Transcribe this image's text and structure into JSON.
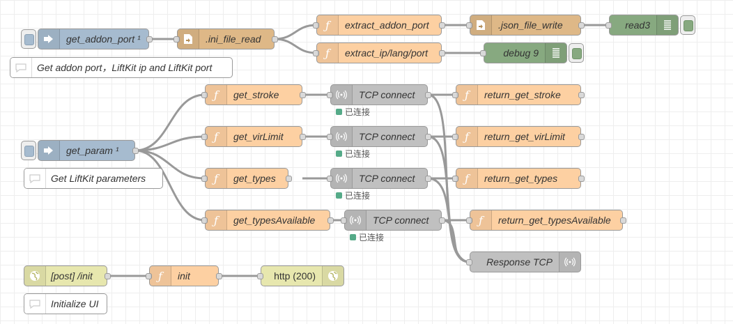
{
  "nodes": {
    "get_addon_port": {
      "label": "get_addon_port ¹"
    },
    "ini_file_read": {
      "label": ".ini_file_read"
    },
    "extract_addon_port": {
      "label": "extract_addon_port"
    },
    "json_file_write": {
      "label": ".json_file_write"
    },
    "read3": {
      "label": "read3"
    },
    "extract_ip_lang_port": {
      "label": "extract_ip/lang/port"
    },
    "debug9": {
      "label": "debug 9"
    },
    "comment_addon": {
      "label": "Get addon port，LiftKit ip and LiftKit port"
    },
    "get_param": {
      "label": "get_param ¹"
    },
    "comment_param": {
      "label": "Get LiftKit parameters"
    },
    "get_stroke": {
      "label": "get_stroke"
    },
    "get_virLimit": {
      "label": "get_virLimit"
    },
    "get_types": {
      "label": "get_types"
    },
    "get_typesAvailable": {
      "label": "get_typesAvailable"
    },
    "tcp1": {
      "label": "TCP connect",
      "status": "已连接"
    },
    "tcp2": {
      "label": "TCP connect",
      "status": "已连接"
    },
    "tcp3": {
      "label": "TCP connect",
      "status": "已连接"
    },
    "tcp4": {
      "label": "TCP connect",
      "status": "已连接"
    },
    "return_get_stroke": {
      "label": "return_get_stroke"
    },
    "return_get_virLimit": {
      "label": "return_get_virLimit"
    },
    "return_get_types": {
      "label": "return_get_types"
    },
    "return_get_typesAvailable": {
      "label": "return_get_typesAvailable"
    },
    "response_tcp": {
      "label": "Response TCP"
    },
    "post_init": {
      "label": "[post] /init"
    },
    "init": {
      "label": "init"
    },
    "http200": {
      "label": "http (200)"
    },
    "comment_init": {
      "label": "Initialize UI"
    }
  },
  "colors": {
    "inject": "#a6bbcf",
    "function": "#fdd0a2",
    "file": "#deb887",
    "debug": "#87a980",
    "tcp": "#c0c0c0",
    "http": "#e7e7ae",
    "wire": "#999999",
    "status_connected": "#55aa88"
  },
  "icons": {
    "inject": "arrow-in-icon",
    "function": "function-icon",
    "file": "file-icon",
    "debug": "debug-list-icon",
    "tcp": "tcp-signal-icon",
    "http": "globe-icon",
    "comment": "comment-bubble-icon"
  }
}
